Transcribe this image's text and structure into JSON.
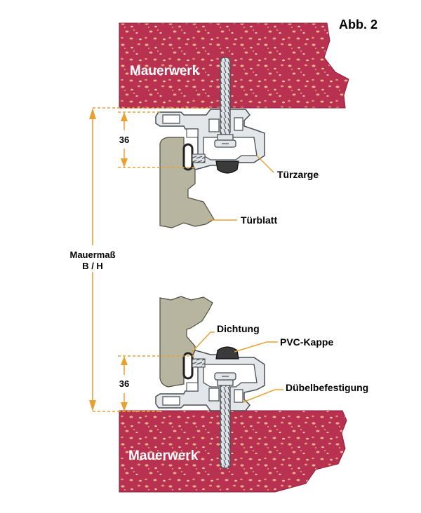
{
  "figure_label": "Abb. 2",
  "labels": {
    "wall_top": "Mauerwerk",
    "wall_bottom": "Mauerwerk",
    "frame": "Türzarge",
    "door_leaf": "Türblatt",
    "seal": "Dichtung",
    "pvc_cap": "PVC-Kappe",
    "dowel_fixing": "Dübelbefestigung",
    "wall_opening_line1": "Mauermaß",
    "wall_opening_line2": "B / H",
    "dim_top": "36",
    "dim_bottom": "36"
  },
  "colors": {
    "masonry": "#b83150",
    "masonry_speckle": "#e8b28a",
    "door_leaf": "#b7b59f",
    "frame_metal": "#e4e7ea",
    "frame_edge": "#4a4f55",
    "pvc_cap": "#3a3a3a",
    "dimension_line": "#e8a033"
  }
}
